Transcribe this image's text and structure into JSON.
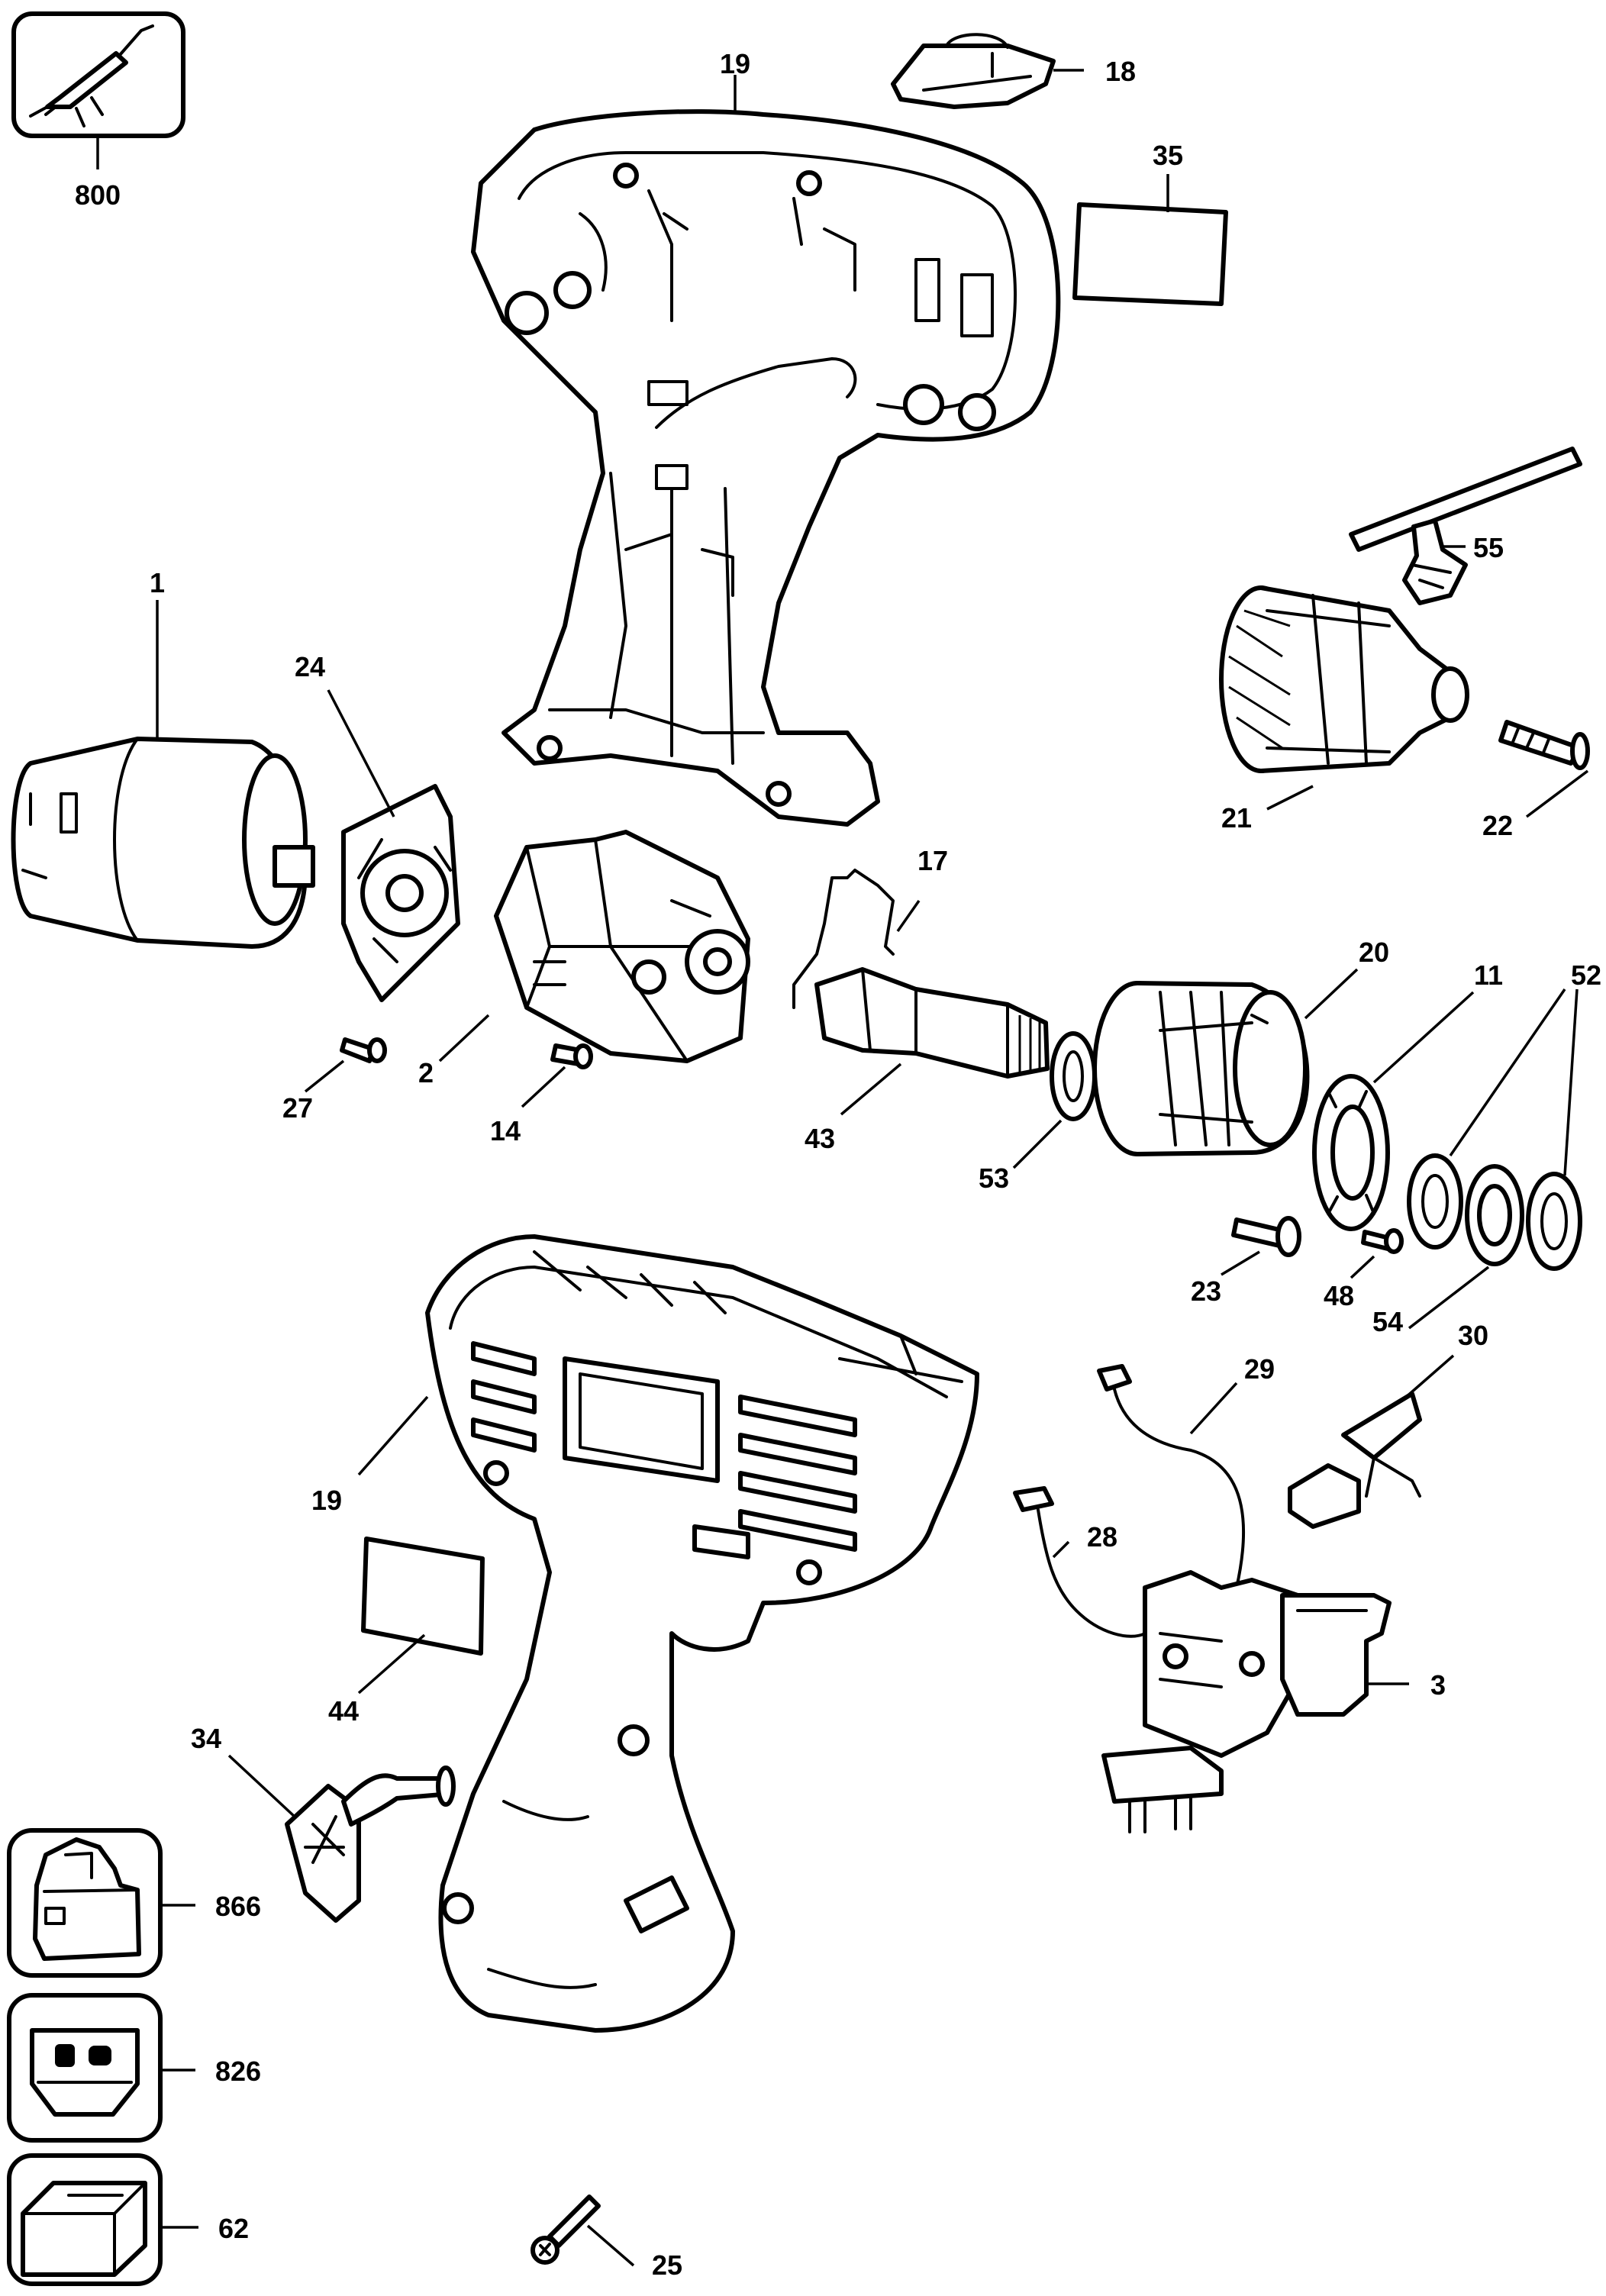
{
  "diagram": {
    "part_numbers": {
      "p800": "800",
      "p19_top": "19",
      "p18": "18",
      "p35": "35",
      "p55": "55",
      "p1": "1",
      "p24": "24",
      "p21": "21",
      "p22": "22",
      "p17": "17",
      "p20": "20",
      "p11": "11",
      "p52": "52",
      "p27": "27",
      "p2": "2",
      "p14": "14",
      "p43": "43",
      "p53": "53",
      "p23": "23",
      "p48": "48",
      "p54": "54",
      "p30": "30",
      "p29": "29",
      "p19_bottom": "19",
      "p28": "28",
      "p3": "3",
      "p44": "44",
      "p34": "34",
      "p866": "866",
      "p826": "826",
      "p62": "62",
      "p25": "25"
    }
  }
}
